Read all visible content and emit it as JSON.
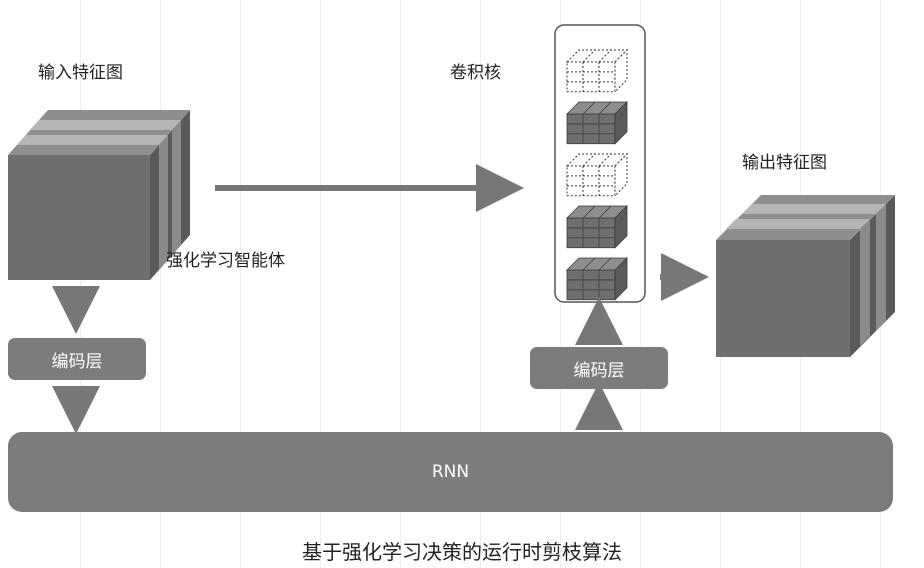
{
  "diagram": {
    "input_label": "输入特征图",
    "kernel_label": "卷积核",
    "output_label": "输出特征图",
    "agent_label": "强化学习智能体",
    "encoder_left_label": "编码层",
    "encoder_right_label": "编码层",
    "rnn_label": "RNN",
    "caption": "基于强化学习决策的运行时剪枝算法"
  },
  "colors": {
    "block": "#7c7c7c",
    "cube_front": "#6f6f6f",
    "cube_top": "#8e8e8e",
    "cube_side": "#5a5a5a",
    "stripe_light": "#b5b5b5",
    "arrow": "#777777"
  },
  "kernels": [
    {
      "state": "pruned"
    },
    {
      "state": "active"
    },
    {
      "state": "pruned"
    },
    {
      "state": "active"
    },
    {
      "state": "active"
    }
  ]
}
